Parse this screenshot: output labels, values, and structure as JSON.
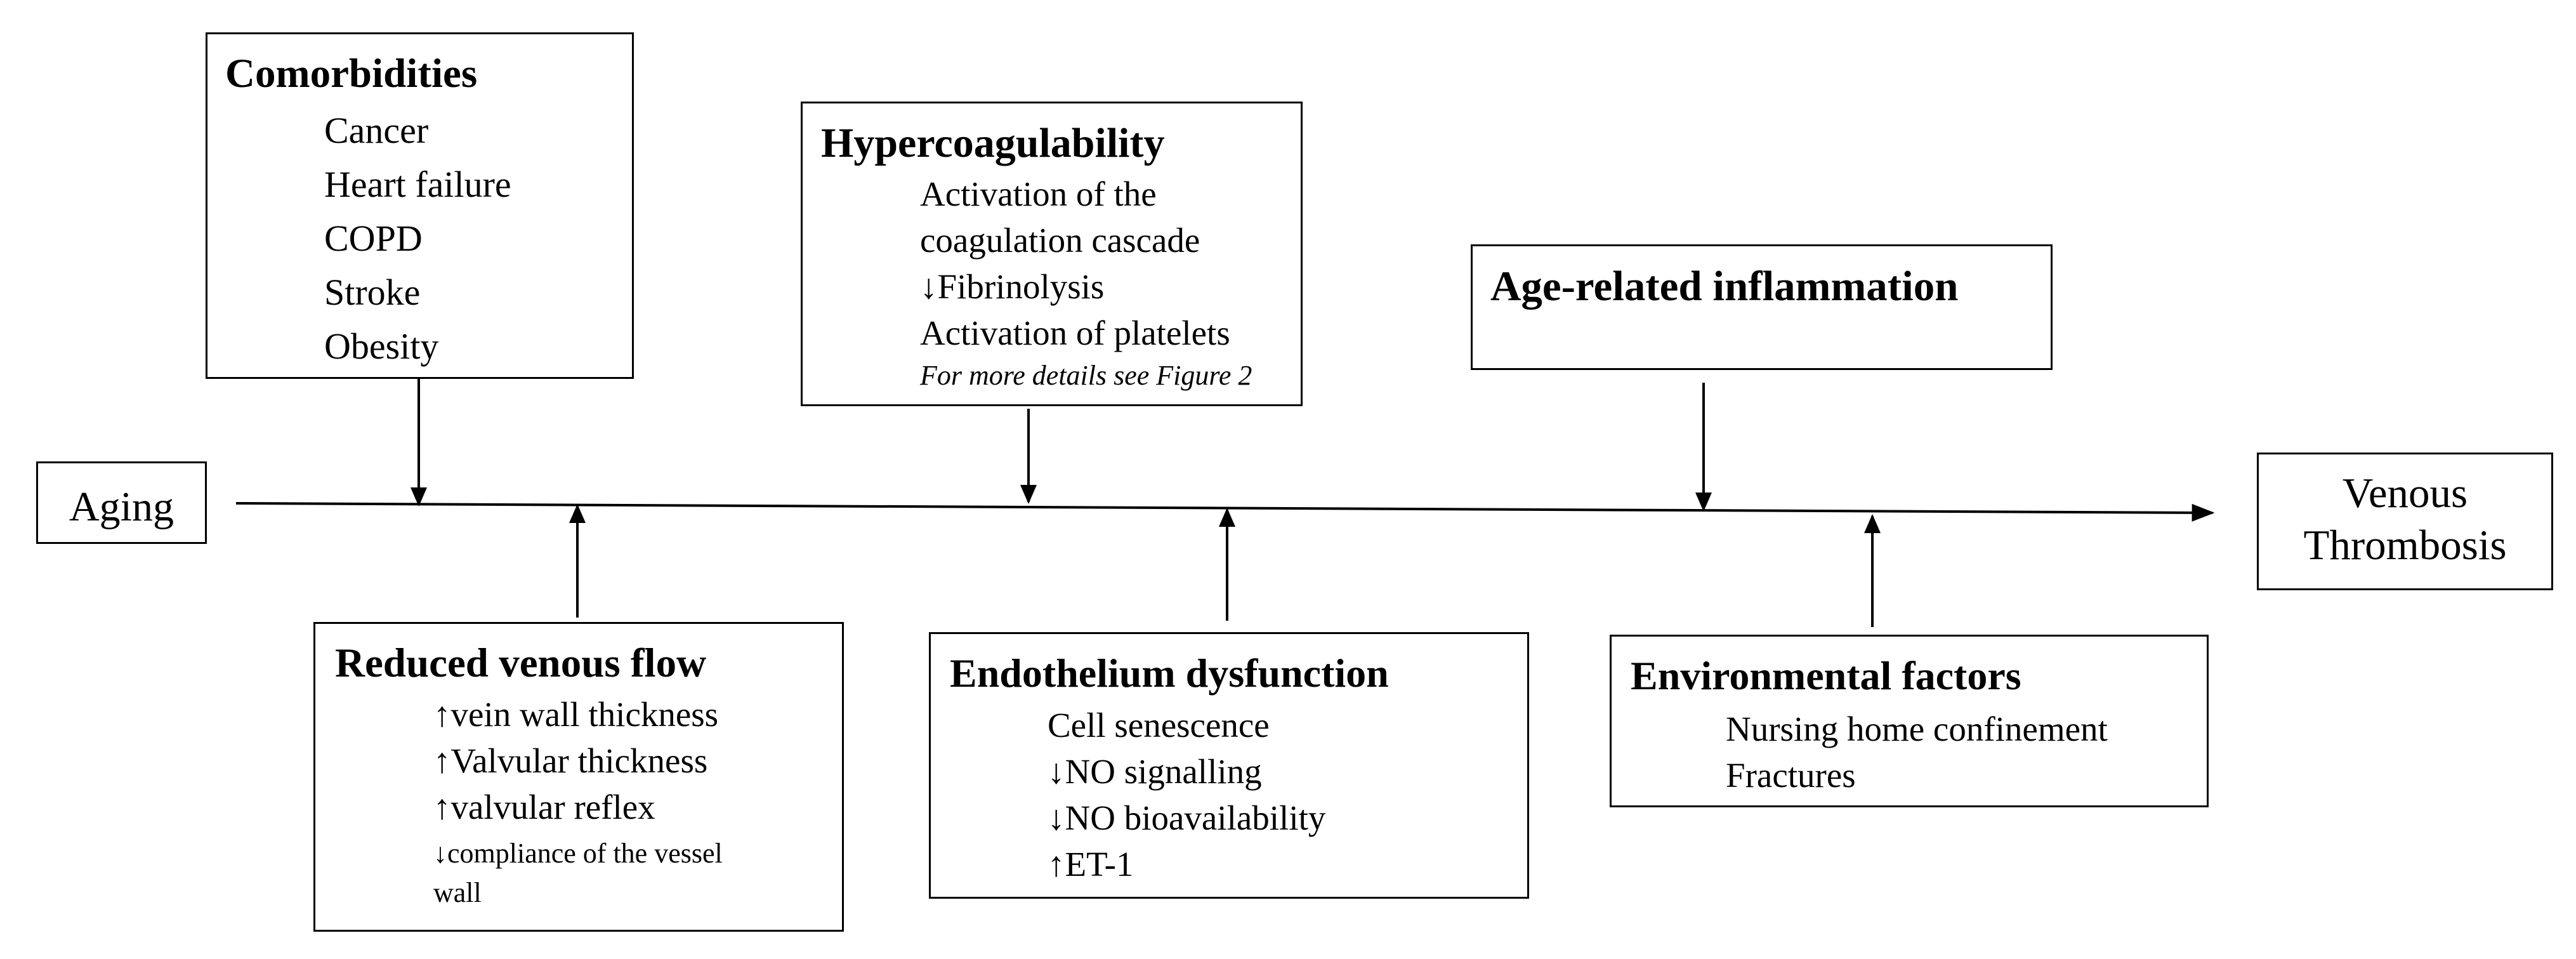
{
  "start_node": {
    "label": "Aging"
  },
  "end_node": {
    "lines": [
      "Venous",
      "Thrombosis"
    ]
  },
  "upper_factors": [
    {
      "title": "Comorbidities",
      "items": [
        "Cancer",
        "Heart failure",
        "COPD",
        "Stroke",
        "Obesity"
      ]
    },
    {
      "title": "Hypercoagulability",
      "items": [
        "Activation of the",
        "coagulation cascade",
        "↓Fibrinolysis",
        "Activation of platelets"
      ],
      "note": "For more details see Figure 2"
    },
    {
      "title": "Age-related inflammation",
      "items": []
    }
  ],
  "lower_factors": [
    {
      "title": "Reduced venous flow",
      "items": [
        "↑vein wall thickness",
        "↑Valvular thickness",
        "↑valvular reflex"
      ],
      "small_items": [
        "↓compliance of the vessel",
        "wall"
      ]
    },
    {
      "title": "Endothelium dysfunction",
      "items": [
        "Cell senescence",
        "↓NO signalling",
        "↓NO bioavailability",
        "↑ET-1"
      ]
    },
    {
      "title": "Environmental factors",
      "items": [
        "Nursing home confinement",
        "Fractures"
      ]
    }
  ]
}
